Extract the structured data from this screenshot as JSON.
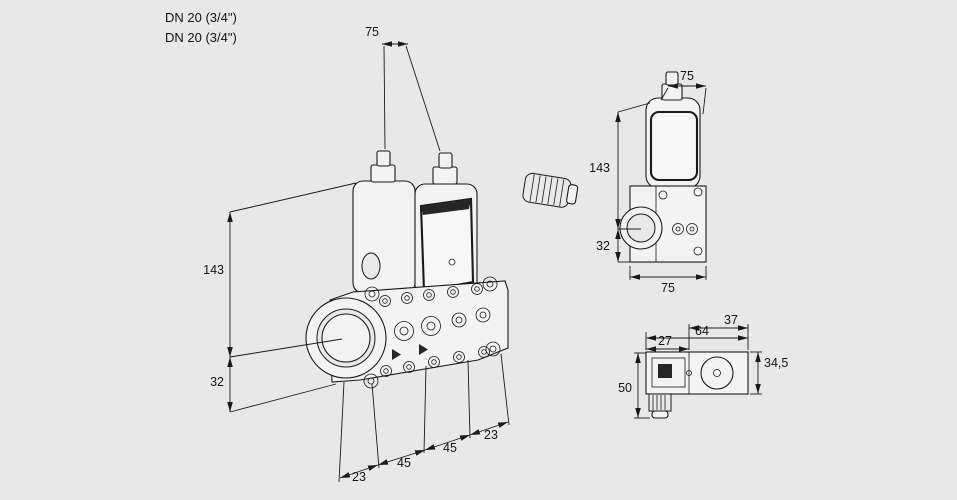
{
  "colors": {
    "background": "#e8e8e8",
    "ink": "#1a1a1a",
    "part_fill": "#f3f3f3"
  },
  "callouts": {
    "dn_labels": [
      "DN 20 (3/4\")",
      "DN 20 (3/4\")"
    ]
  },
  "front_view": {
    "dims": {
      "actuator_spacing": "75",
      "height_above_axis": "143",
      "height_below_axis": "32",
      "bottom_chain": [
        "23",
        "45",
        "45",
        "23"
      ]
    }
  },
  "side_view": {
    "dims": {
      "top_width": "75",
      "height_above_axis": "143",
      "height_below_axis": "32",
      "bottom_width": "75"
    }
  },
  "top_view": {
    "dims": {
      "connector_width": "27",
      "body_length": "64",
      "actuator_width": "37",
      "body_width": "34,5",
      "total_depth": "50"
    }
  }
}
